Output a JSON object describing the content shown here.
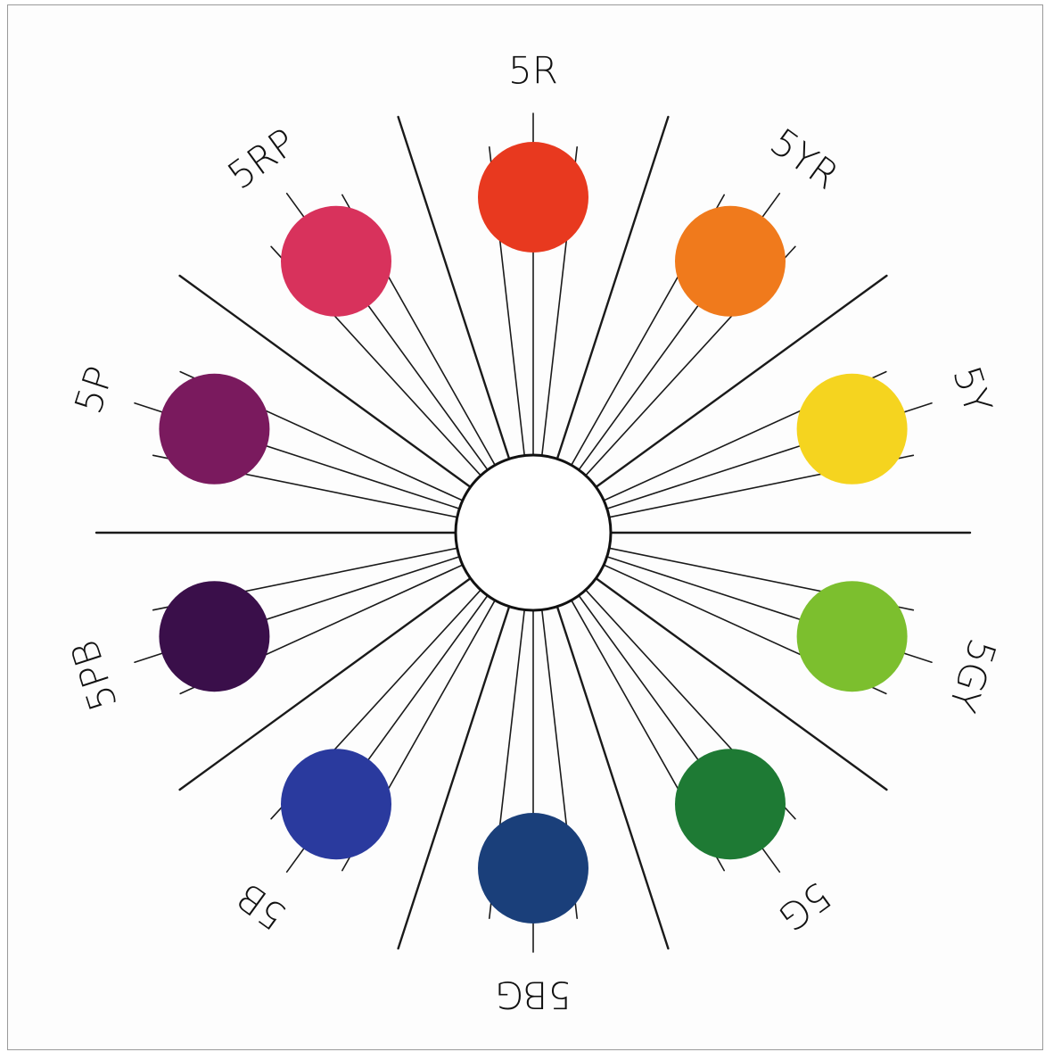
{
  "diagram": {
    "hues": [
      {
        "label": "5R",
        "color": "#e8391f"
      },
      {
        "label": "5YR",
        "color": "#f07a1c"
      },
      {
        "label": "5Y",
        "color": "#f5d41f"
      },
      {
        "label": "5GY",
        "color": "#7cbf2e"
      },
      {
        "label": "5G",
        "color": "#1e7a34"
      },
      {
        "label": "5BG",
        "color": "#1a3f7a"
      },
      {
        "label": "5B",
        "color": "#2a3a9e"
      },
      {
        "label": "5PB",
        "color": "#3a0f4a"
      },
      {
        "label": "5P",
        "color": "#7a1a5e"
      },
      {
        "label": "5RP",
        "color": "#d8325c"
      }
    ]
  }
}
